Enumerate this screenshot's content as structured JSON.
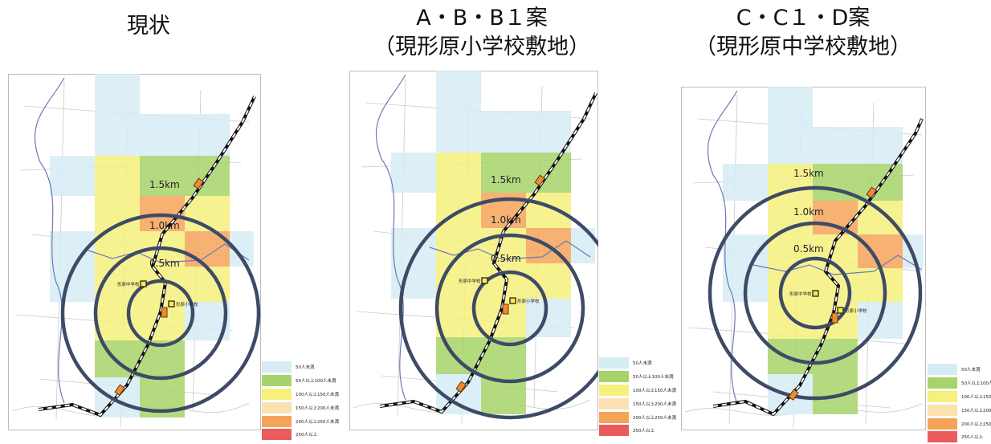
{
  "panels": [
    {
      "title_lines": [
        "現状"
      ],
      "ring_labels": [
        "1.5km",
        "1.0km",
        "0.5km"
      ],
      "schools": {
        "junior_high": "形原中学校",
        "elementary": "形原小学校"
      }
    },
    {
      "title_lines": [
        "A・B・B１案",
        "（現形原小学校敷地）"
      ],
      "ring_labels": [
        "1.5km",
        "1.0km",
        "0.5km"
      ],
      "schools": {
        "junior_high": "形原中学校",
        "elementary": "形原小学校"
      }
    },
    {
      "title_lines": [
        "C・C１・D案",
        "（現形原中学校敷地）"
      ],
      "ring_labels": [
        "1.5km",
        "1.0km",
        "0.5km"
      ],
      "schools": {
        "junior_high": "形原中学校",
        "elementary": "形原小学校"
      }
    }
  ],
  "legend": [
    {
      "label": "50人未満",
      "color": "#d6ecf5"
    },
    {
      "label": "50人以上100人未満",
      "color": "#a7d46a"
    },
    {
      "label": "100人以上150人未満",
      "color": "#f6f07c"
    },
    {
      "label": "150人以上200人未満",
      "color": "#fbe1b0"
    },
    {
      "label": "200人以上250人未満",
      "color": "#f6a35a"
    },
    {
      "label": "250人以上",
      "color": "#ea5c5c"
    }
  ]
}
